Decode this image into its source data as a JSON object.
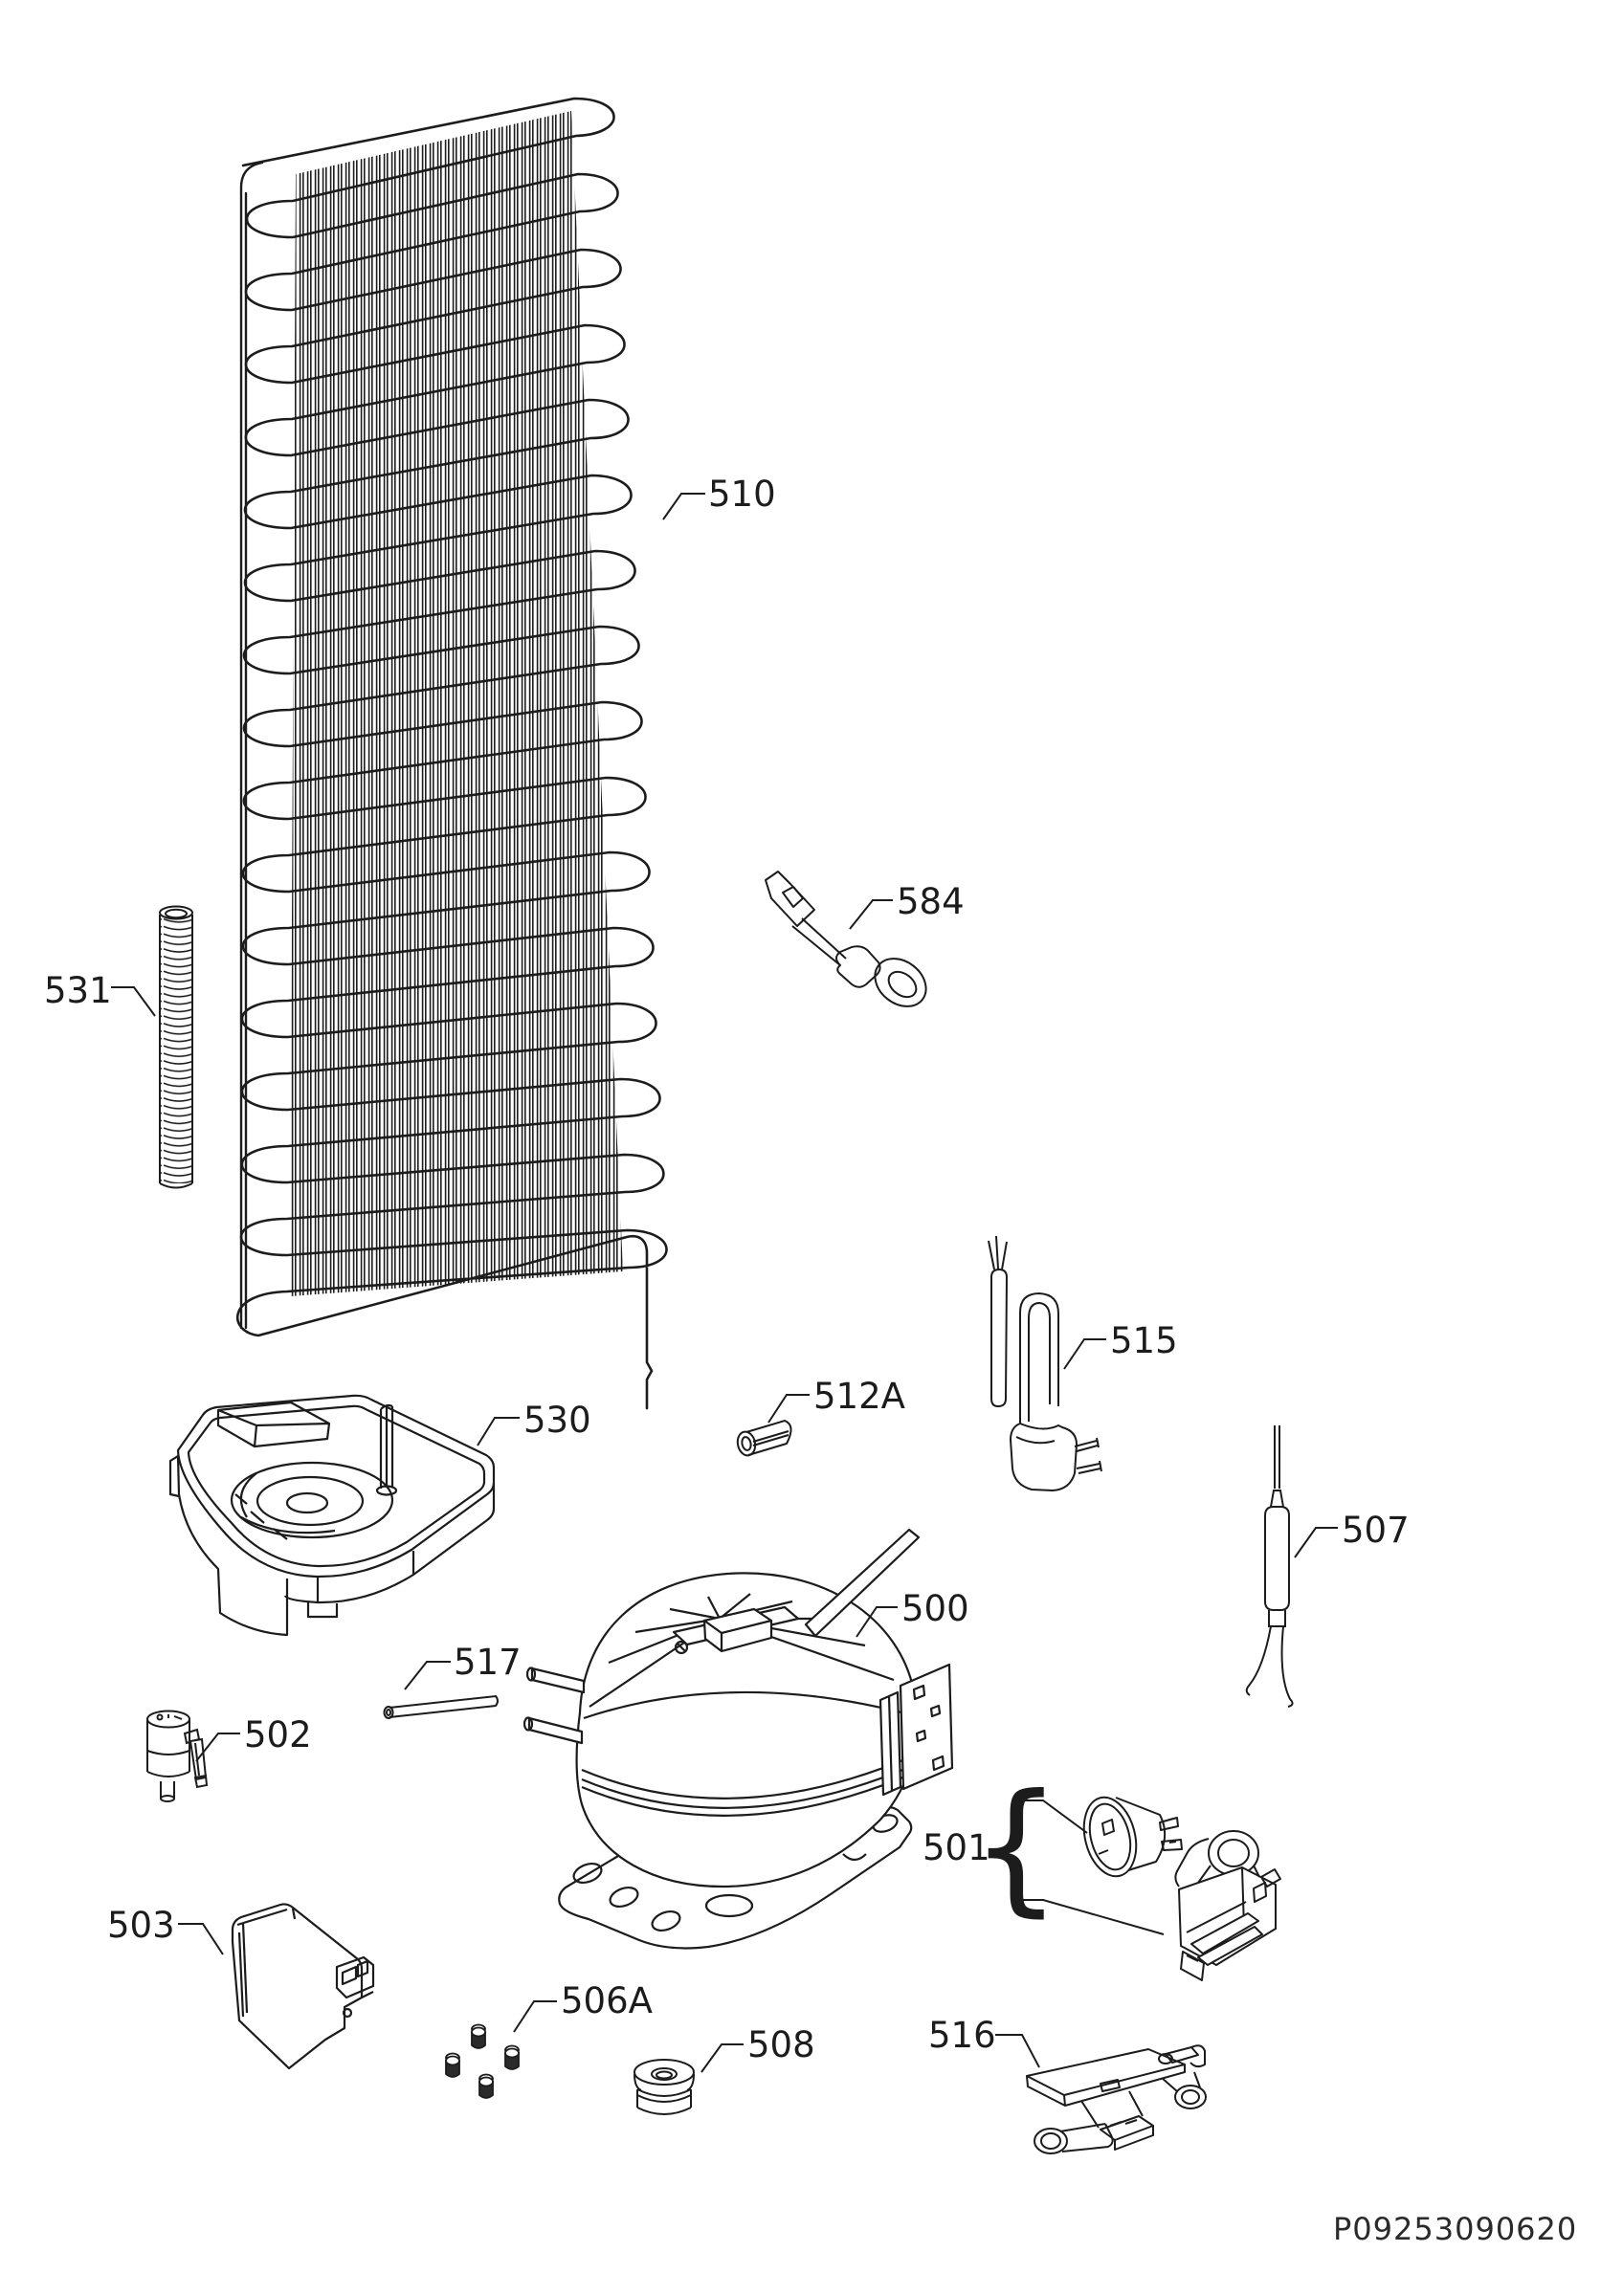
{
  "diagram": {
    "background": "#ffffff",
    "line_color": "#1c1c1c",
    "callouts": [
      {
        "ref": "510"
      },
      {
        "ref": "531"
      },
      {
        "ref": "584"
      },
      {
        "ref": "530"
      },
      {
        "ref": "512A"
      },
      {
        "ref": "515"
      },
      {
        "ref": "507"
      },
      {
        "ref": "500"
      },
      {
        "ref": "517"
      },
      {
        "ref": "502"
      },
      {
        "ref": "501",
        "brace": "{"
      },
      {
        "ref": "503"
      },
      {
        "ref": "506A"
      },
      {
        "ref": "508"
      },
      {
        "ref": "516"
      }
    ],
    "footer_code": "P09253090620"
  }
}
